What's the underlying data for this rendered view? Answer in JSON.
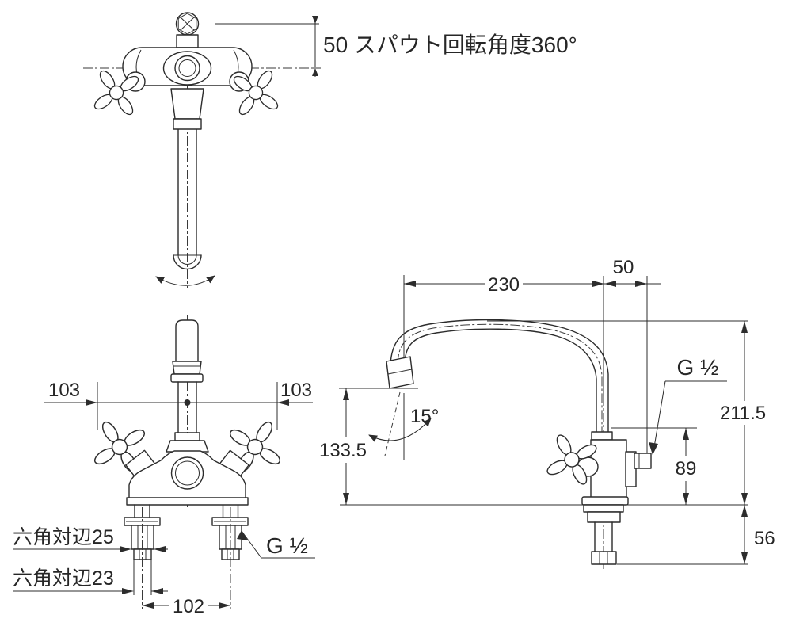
{
  "drawing": {
    "top_view": {
      "note": "50 スパウト回転角度360°"
    },
    "front_view": {
      "dim_left": "103",
      "dim_right": "103",
      "hex25_label": "六角対辺25",
      "hex23_label": "六角対辺23",
      "dim_between": "102",
      "thread_label": "G ½"
    },
    "side_view": {
      "dim_reach": "230",
      "dim_offset": "50",
      "thread_label": "G ½",
      "dim_total_height": "211.5",
      "dim_outlet_height": "89",
      "dim_under_counter": "56",
      "dim_spout_height": "133.5",
      "dim_swing_angle": "15°"
    }
  }
}
